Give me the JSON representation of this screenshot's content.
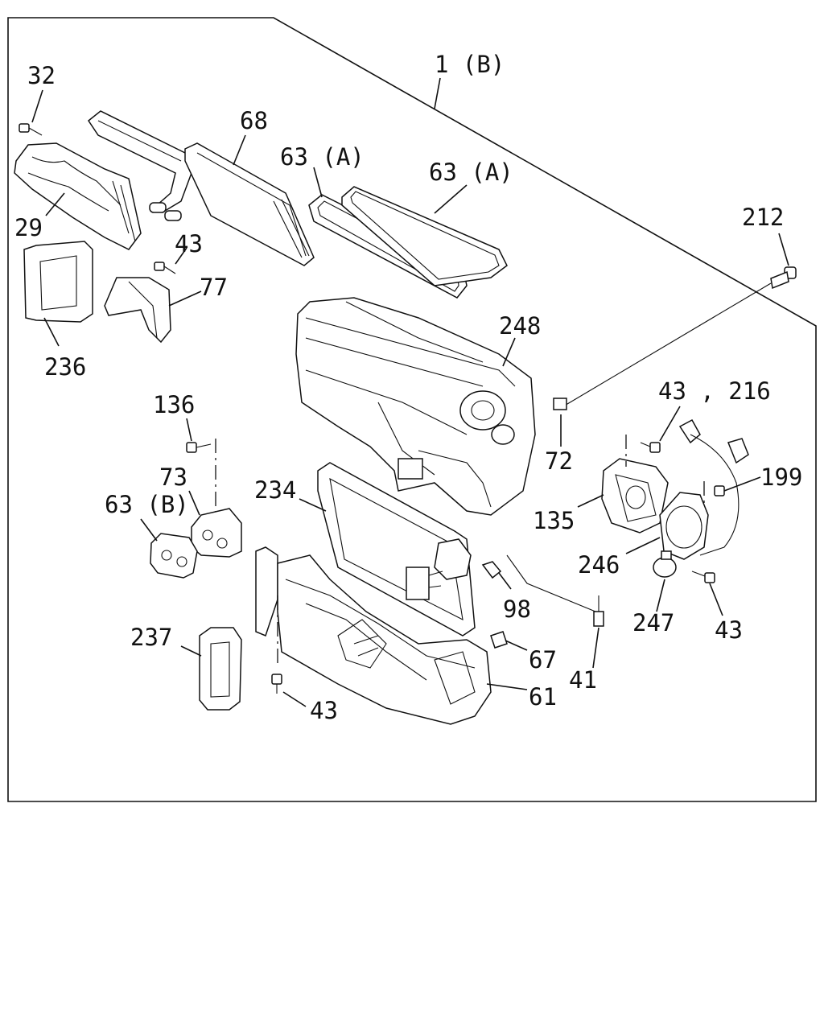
{
  "labels": {
    "l_1b": "1 (B)",
    "l_32": "32",
    "l_68": "68",
    "l_63a_1": "63 (A)",
    "l_63a_2": "63 (A)",
    "l_212": "212",
    "l_29": "29",
    "l_43_a": "43",
    "l_77": "77",
    "l_236": "236",
    "l_248": "248",
    "l_136": "136",
    "l_43_216": "43 , 216",
    "l_72": "72",
    "l_73": "73",
    "l_234": "234",
    "l_199": "199",
    "l_63b": "63 (B)",
    "l_135": "135",
    "l_246": "246",
    "l_98": "98",
    "l_247": "247",
    "l_43_b": "43",
    "l_237": "237",
    "l_67": "67",
    "l_41": "41",
    "l_61": "61",
    "l_43_c": "43"
  }
}
